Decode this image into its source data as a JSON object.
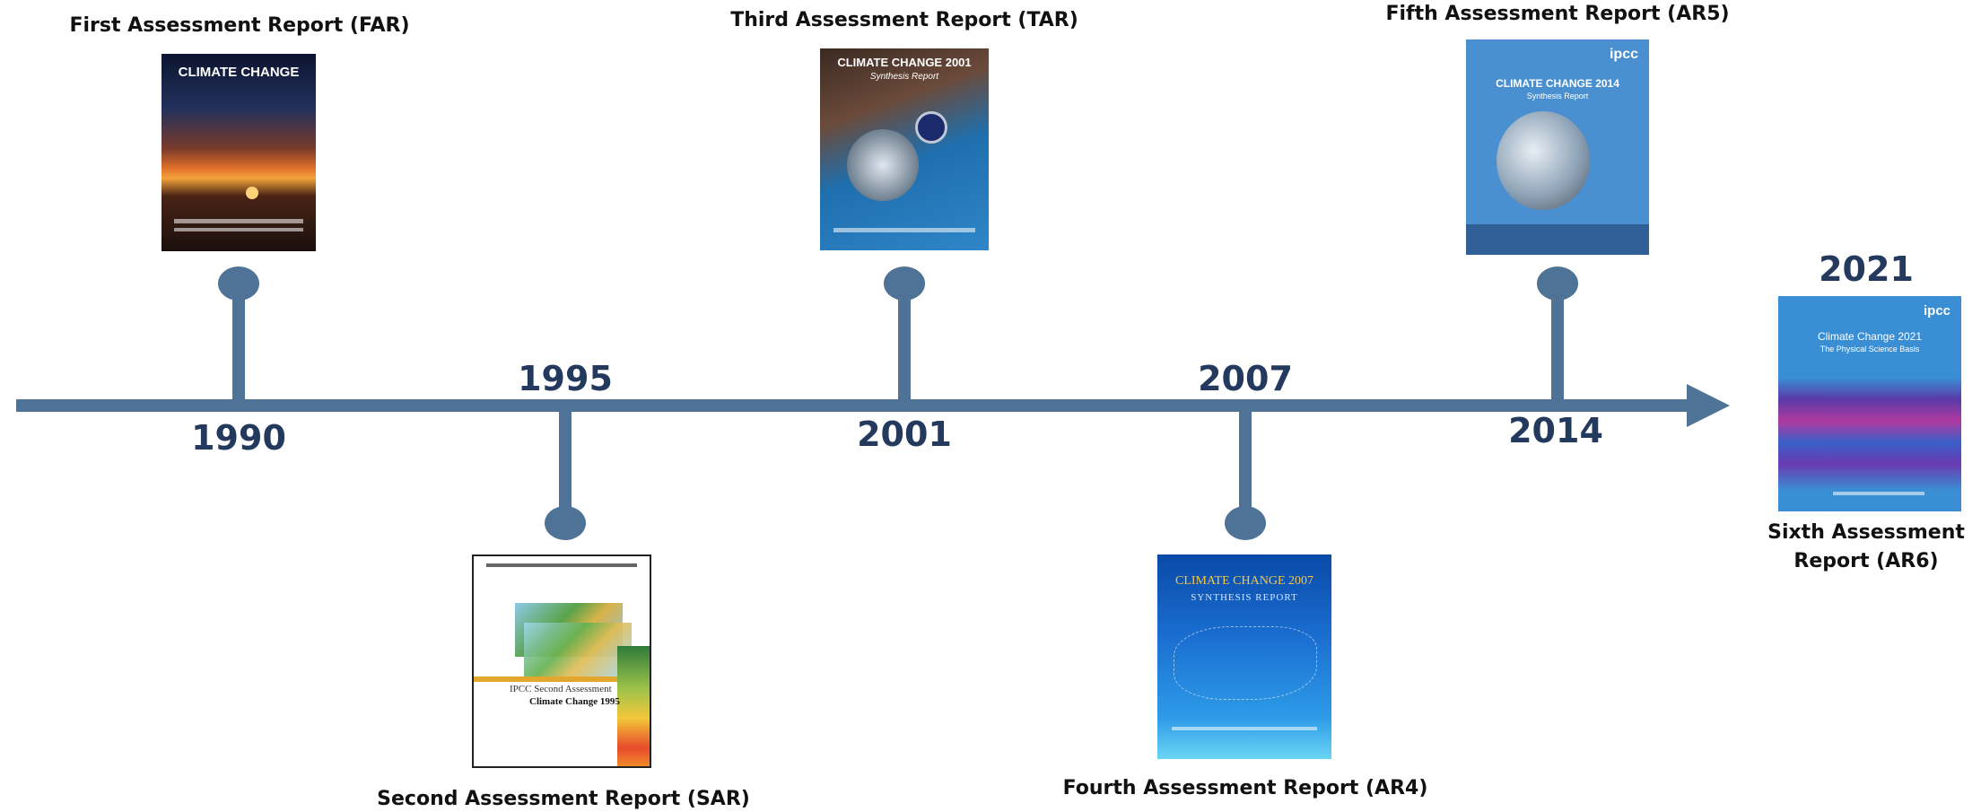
{
  "timeline": {
    "colors": {
      "axis": "#4e7397",
      "year_text": "#23395d",
      "title_text": "#111111"
    },
    "events": [
      {
        "id": "far",
        "year": "1990",
        "report": "First Assessment Report (FAR)",
        "cover": {
          "title": "CLIMATE CHANGE",
          "subtitle": ""
        }
      },
      {
        "id": "sar",
        "year": "1995",
        "report": "Second Assessment Report (SAR)",
        "cover": {
          "title": "IPCC Second Assessment",
          "subtitle": "Climate Change 1995"
        }
      },
      {
        "id": "tar",
        "year": "2001",
        "report": "Third Assessment Report (TAR)",
        "cover": {
          "title": "CLIMATE CHANGE 2001",
          "subtitle": "Synthesis Report"
        }
      },
      {
        "id": "ar4",
        "year": "2007",
        "report": "Fourth Assessment Report (AR4)",
        "cover": {
          "title": "CLIMATE CHANGE 2007",
          "subtitle": "SYNTHESIS REPORT"
        }
      },
      {
        "id": "ar5",
        "year": "2014",
        "report": "Fifth Assessment Report (AR5)",
        "cover": {
          "title": "CLIMATE CHANGE 2014",
          "subtitle": "Synthesis Report",
          "brand": "ipcc"
        }
      },
      {
        "id": "ar6",
        "year": "2021",
        "report": "Sixth Assessment Report (AR6)",
        "cover": {
          "title": "Climate Change 2021",
          "subtitle": "The Physical Science Basis",
          "brand": "ipcc"
        }
      }
    ]
  }
}
